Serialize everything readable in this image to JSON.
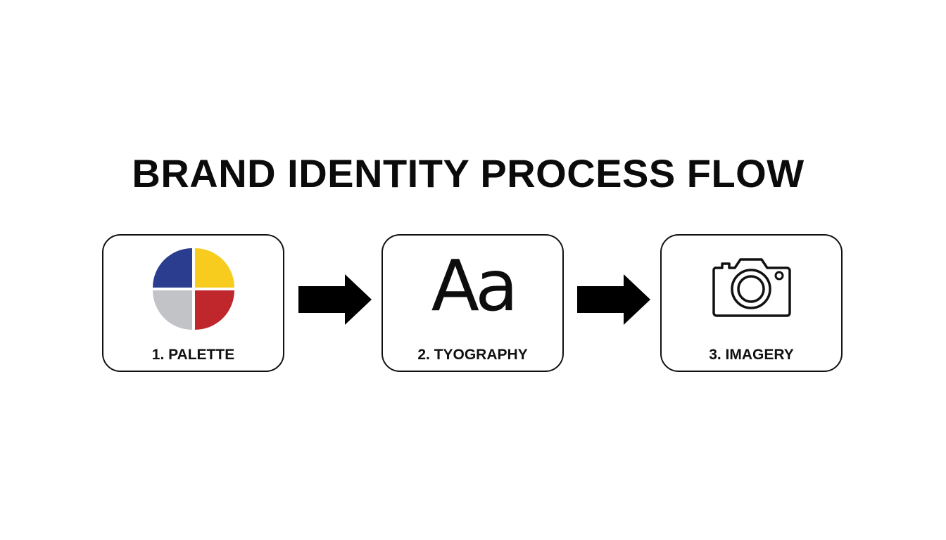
{
  "title": "BRAND IDENTITY PROCESS FLOW",
  "steps": [
    {
      "label": "1. PALETTE",
      "icon": "color-palette-icon"
    },
    {
      "label": "2. TYOGRAPHY",
      "icon": "typography-icon",
      "glyph": "Aa"
    },
    {
      "label": "3. IMAGERY",
      "icon": "camera-icon"
    }
  ],
  "arrows": [
    "arrow-right-icon",
    "arrow-right-icon"
  ],
  "colors": {
    "palette_blue": "#2b3d8f",
    "palette_yellow": "#f7cc1f",
    "palette_gray": "#c2c3c6",
    "palette_red": "#c0272d",
    "stroke": "#111111",
    "background": "#ffffff"
  }
}
